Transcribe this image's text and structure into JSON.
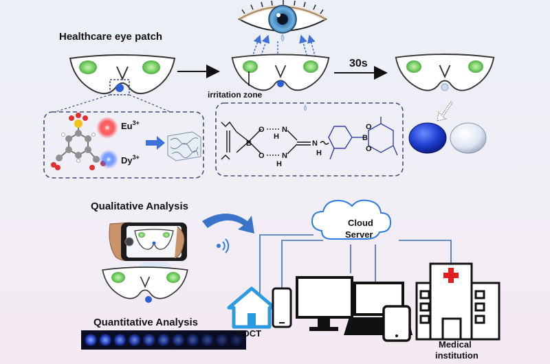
{
  "figure": {
    "title": "Healthcare eye patch",
    "irritation_label": "irritation zone",
    "time_label": "30s",
    "ions": {
      "eu": "Eu",
      "eu_sup": "3+",
      "dy": "Dy",
      "dy_sup": "3+"
    },
    "bond_atoms": {
      "o1": "O",
      "o2": "O",
      "b1": "B",
      "n1": "N",
      "n2": "N",
      "h1": "H",
      "h2": "H",
      "nh": "N",
      "h3": "H",
      "b2": "B",
      "o3": "O",
      "o4": "O"
    },
    "qualitative_label": "Qualitative Analysis",
    "quantitative_label": "Quantitative Analysis",
    "cloud_label_1": "Cloud",
    "cloud_label_2": "Server",
    "poct_label": "POCT",
    "medical_label_1": "Medical",
    "medical_label_2": "institution"
  },
  "colors": {
    "patch_green": "#7fd36b",
    "dot_blue": "#2b5fd6",
    "strong_blue": "#1f3fd1",
    "pale_blue": "#dfe6f3",
    "device_blue": "#2a9be0",
    "dash_border": "#3d4f7a",
    "cross_red": "#e02020"
  },
  "strip": {
    "wells": [
      1.0,
      0.92,
      0.85,
      0.75,
      0.65,
      0.55,
      0.45,
      0.35,
      0.25,
      0.15,
      0.08
    ]
  }
}
